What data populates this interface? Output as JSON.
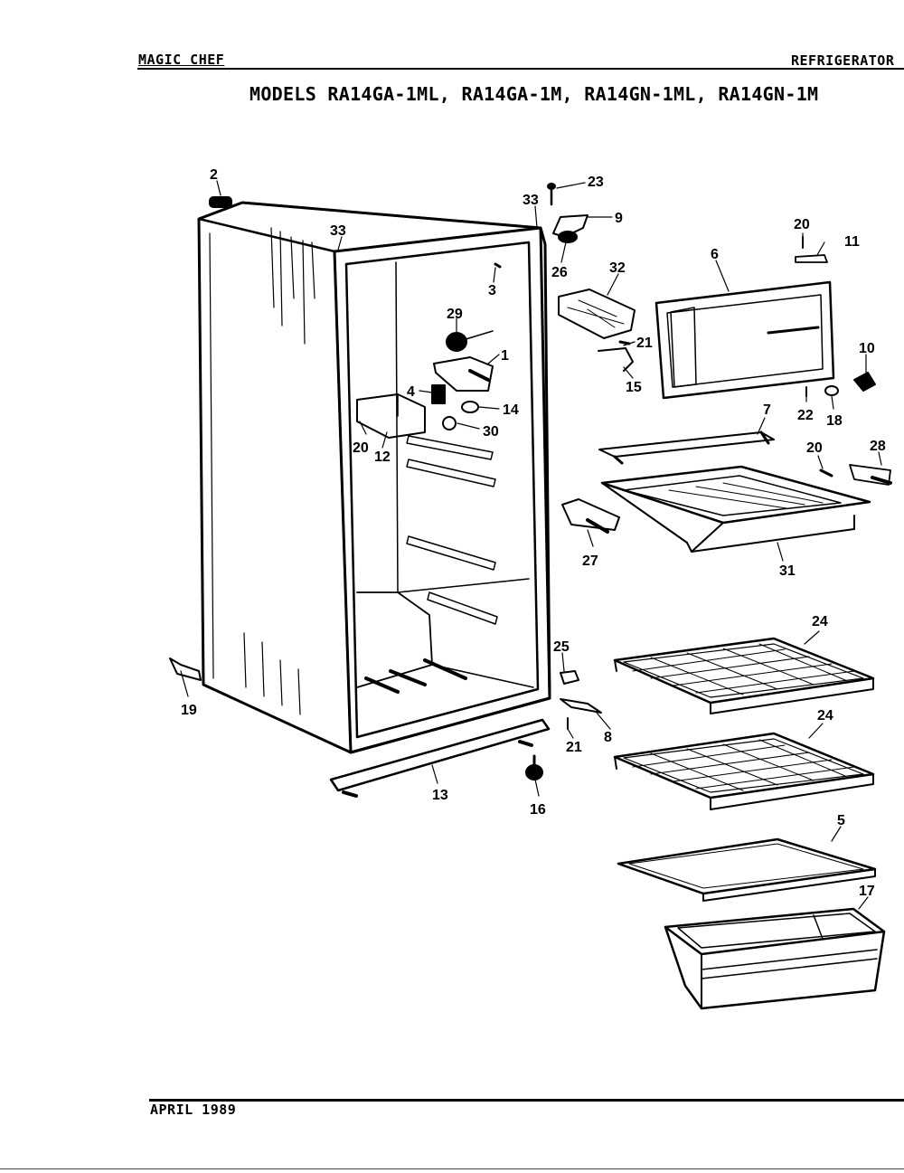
{
  "header": {
    "brand": "MAGIC CHEF",
    "category": "REFRIGERATOR",
    "models": "MODELS RA14GA-1ML, RA14GA-1M, RA14GN-1ML, RA14GN-1M"
  },
  "footer": {
    "date": "APRIL 1989"
  },
  "callouts": [
    {
      "id": "c2",
      "label": "2"
    },
    {
      "id": "c33a",
      "label": "33"
    },
    {
      "id": "c33b",
      "label": "33"
    },
    {
      "id": "c23",
      "label": "23"
    },
    {
      "id": "c9",
      "label": "9"
    },
    {
      "id": "c26",
      "label": "26"
    },
    {
      "id": "c3",
      "label": "3"
    },
    {
      "id": "c20a",
      "label": "20"
    },
    {
      "id": "c11",
      "label": "11"
    },
    {
      "id": "c6",
      "label": "6"
    },
    {
      "id": "c32",
      "label": "32"
    },
    {
      "id": "c29",
      "label": "29"
    },
    {
      "id": "c1",
      "label": "1"
    },
    {
      "id": "c21a",
      "label": "21"
    },
    {
      "id": "c15",
      "label": "15"
    },
    {
      "id": "c10",
      "label": "10"
    },
    {
      "id": "c4",
      "label": "4"
    },
    {
      "id": "c14",
      "label": "14"
    },
    {
      "id": "c22",
      "label": "22"
    },
    {
      "id": "c18",
      "label": "18"
    },
    {
      "id": "c30",
      "label": "30"
    },
    {
      "id": "c20b",
      "label": "20"
    },
    {
      "id": "c12",
      "label": "12"
    },
    {
      "id": "c7",
      "label": "7"
    },
    {
      "id": "c20c",
      "label": "20"
    },
    {
      "id": "c28",
      "label": "28"
    },
    {
      "id": "c27",
      "label": "27"
    },
    {
      "id": "c31",
      "label": "31"
    },
    {
      "id": "c24a",
      "label": "24"
    },
    {
      "id": "c25",
      "label": "25"
    },
    {
      "id": "c19",
      "label": "19"
    },
    {
      "id": "c8",
      "label": "8"
    },
    {
      "id": "c21b",
      "label": "21"
    },
    {
      "id": "c24b",
      "label": "24"
    },
    {
      "id": "c13",
      "label": "13"
    },
    {
      "id": "c16",
      "label": "16"
    },
    {
      "id": "c5",
      "label": "5"
    },
    {
      "id": "c17",
      "label": "17"
    }
  ]
}
